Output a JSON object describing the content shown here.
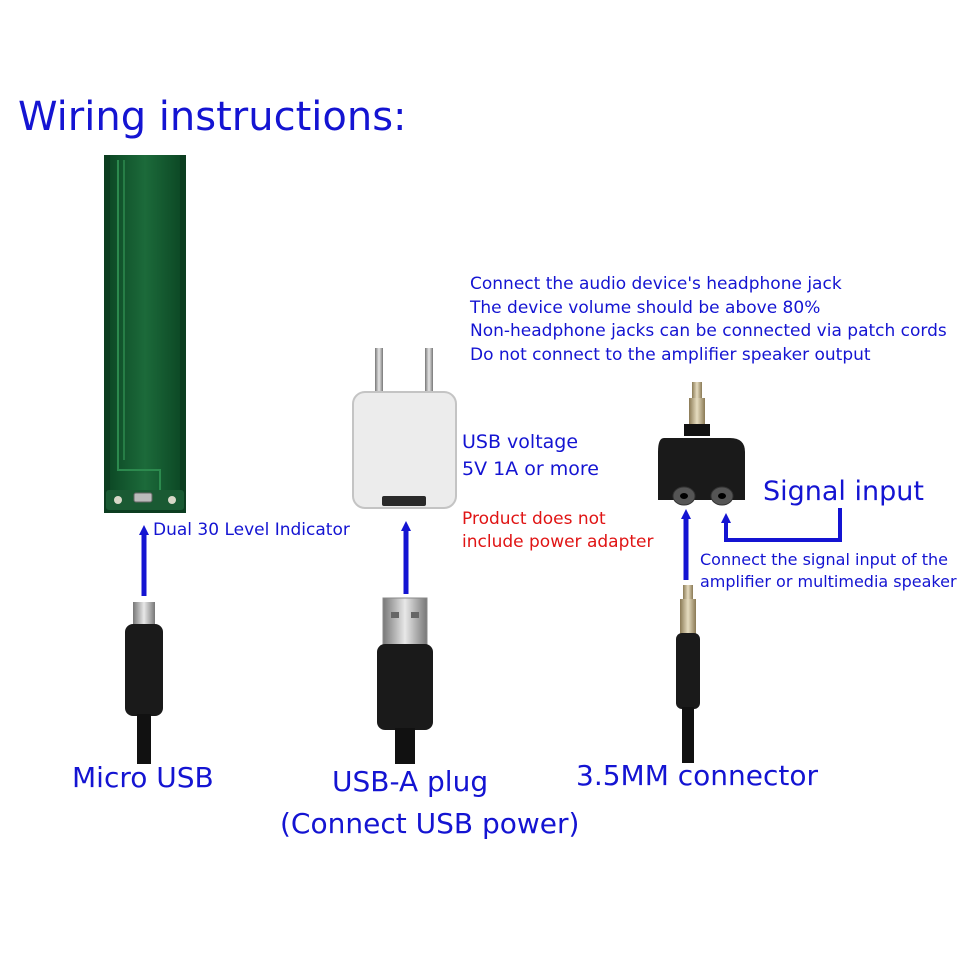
{
  "title": "Wiring instructions:",
  "board": {
    "label": "Dual 30 Level Indicator"
  },
  "headphone_notes": [
    "Connect the audio device's headphone jack",
    "The device volume should be above 80%",
    "Non-headphone jacks can be connected via patch cords",
    "Do not connect to the amplifier speaker output"
  ],
  "adapter": {
    "voltage_line1": "USB voltage",
    "voltage_line2": "5V 1A or more",
    "warning_line1": "Product does not",
    "warning_line2": "include power adapter"
  },
  "signal": {
    "label": "Signal input",
    "note_line1": "Connect the signal input of the",
    "note_line2": "amplifier or multimedia speaker"
  },
  "connectors": {
    "micro_usb": "Micro USB",
    "usb_a_line1": "USB-A plug",
    "usb_a_line2": "(Connect USB power)",
    "jack": "3.5MM connector"
  },
  "colors": {
    "text_blue": "#1414d2",
    "warning_red": "#e01414",
    "arrow_blue": "#1414d2"
  }
}
